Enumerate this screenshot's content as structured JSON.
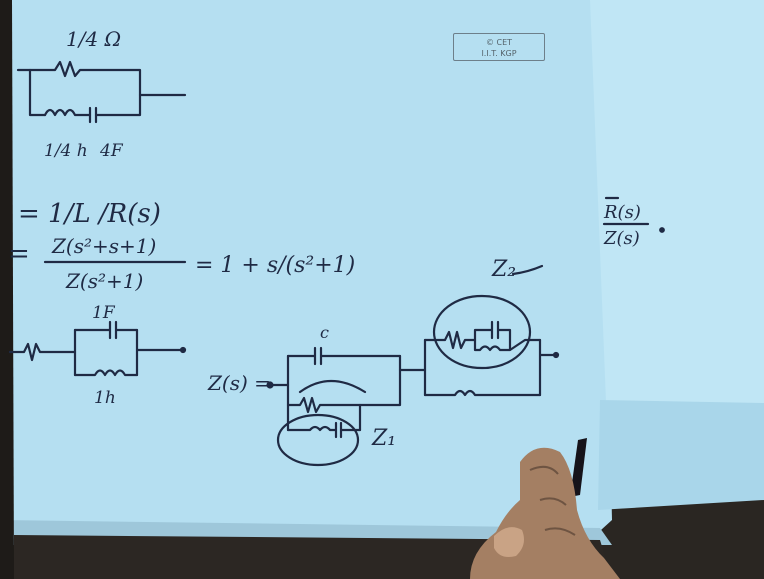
{
  "stamp": {
    "line1": "© CET",
    "line2": "I.I.T. KGP"
  },
  "handwriting": {
    "top_resistor": "1/4 Ω",
    "inductor_val": "1/4 h",
    "cap_val": "4F",
    "eq1": "= 1/L /R(s)",
    "eq2_num": "Z(s²+s+1)",
    "eq2_den": "Z(s²+1)",
    "eq2_rhs": "= 1 + s/(s²+1)",
    "cap_1f": "1F",
    "ind_1h": "1h",
    "zs_label": "Z(s) = ",
    "cap_c": "c",
    "z1_label": "Z₁",
    "z2_label": "Z₂",
    "ratio_num": "R(s)",
    "ratio_den": "Z(s)"
  },
  "colors": {
    "paper": "#b6e0f2",
    "ink": "#1f2a44",
    "desk": "#2a2622"
  }
}
